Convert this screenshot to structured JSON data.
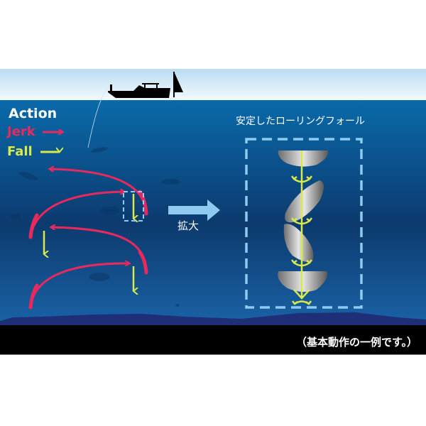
{
  "legend": {
    "title": "Action",
    "items": [
      {
        "label": "Jerk",
        "color": "#e8295e",
        "arrow": "right-arrow"
      },
      {
        "label": "Fall",
        "color": "#d9e84a",
        "arrow": "right-arrow"
      }
    ]
  },
  "zoom_arrow": {
    "label": "拡大",
    "color": "#8fcaf0"
  },
  "detail_panel": {
    "title": "安定したローリングフォール"
  },
  "footnote": "（基本動作の一例です。）",
  "colors": {
    "sky_top": "#b8dcf2",
    "sky_bottom": "#f4fafd",
    "water_top": "#0a6aaa",
    "water_mid": "#0c3a6e",
    "water_bottom": "#1a63a6",
    "seabed": "#1e2f78",
    "ground": "#000000",
    "jerk": "#e8295e",
    "fall": "#d9e84a",
    "dash": "#8fcaf0"
  }
}
